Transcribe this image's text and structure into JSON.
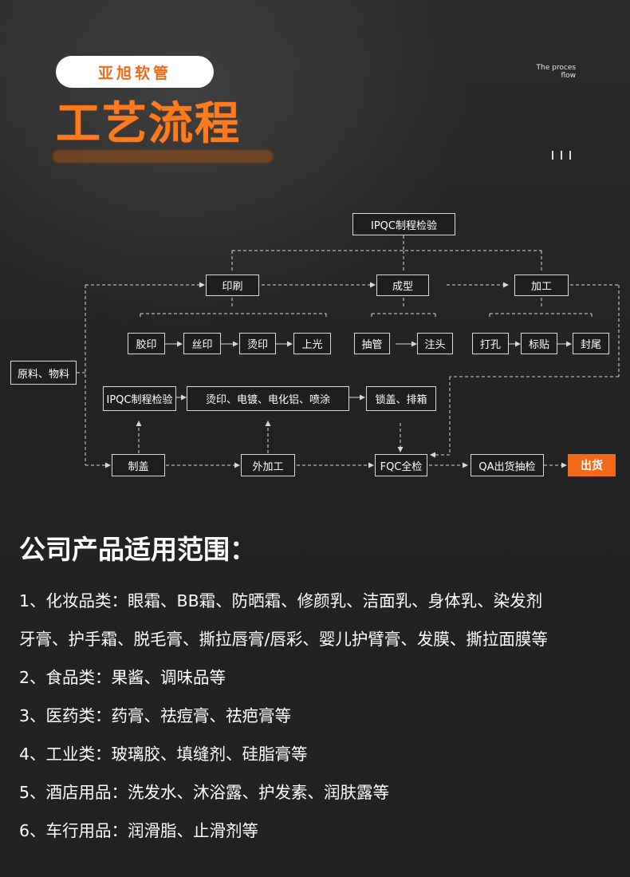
{
  "header": {
    "brand": "亚旭软管",
    "title": "工艺流程",
    "tag_line1": "The proces",
    "tag_line2": "flow"
  },
  "flow": {
    "ipqc_top": "IPQC制程检验",
    "print": "印刷",
    "form": "成型",
    "process": "加工",
    "offset": "胶印",
    "silk": "丝印",
    "hot": "烫印",
    "gloss": "上光",
    "draw_tube": "抽管",
    "inject_head": "注头",
    "punch": "打孔",
    "label": "标贴",
    "seal_tail": "封尾",
    "material": "原料、物料",
    "ipqc_mid": "IPQC制程检验",
    "treatments": "烫印、电镀、电化铝、喷涂",
    "cap_pack": "锁盖、排箱",
    "make_cap": "制盖",
    "outsource": "外加工",
    "fqc": "FQC全检",
    "qa": "QA出货抽检",
    "ship": "出货"
  },
  "products": {
    "title": "公司产品适用范围：",
    "lines": [
      "1、化妆品类：眼霜、BB霜、防晒霜、修颜乳、洁面乳、身体乳、染发剂",
      "牙膏、护手霜、脱毛膏、撕拉唇膏/唇彩、婴儿护臂膏、发膜、撕拉面膜等",
      "2、食品类：果酱、调味品等",
      "3、医药类：药膏、祛痘膏、祛疤膏等",
      "4、工业类：玻璃胶、填缝剂、硅脂膏等",
      "5、酒店用品：洗发水、沐浴露、护发素、润肤露等",
      "6、车行用品：润滑脂、止滑剂等"
    ]
  },
  "colors": {
    "accent": "#f26a17",
    "background": "#232323",
    "text": "#ffffff"
  }
}
